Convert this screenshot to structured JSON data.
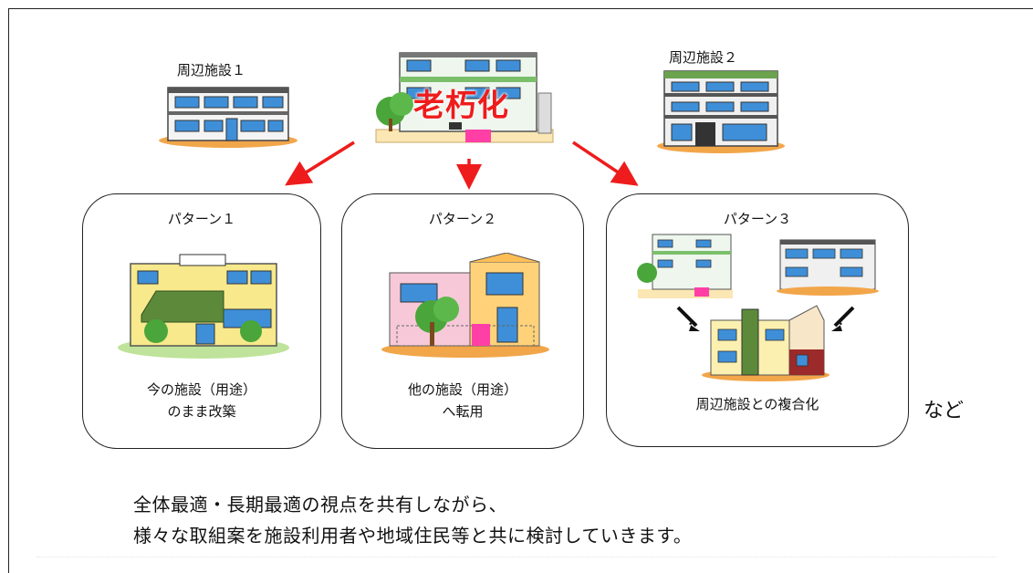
{
  "top": {
    "old_building_label": "老朽化",
    "facility1_label": "周辺施設１",
    "facility2_label": "周辺施設２"
  },
  "patterns": [
    {
      "title": "パターン１",
      "caption_lines": [
        "今の施設（用途）",
        "のまま改築"
      ]
    },
    {
      "title": "パターン２",
      "caption_lines": [
        "他の施設（用途）",
        "へ転用"
      ]
    },
    {
      "title": "パターン３",
      "caption_lines": [
        "周辺施設との複合化"
      ]
    }
  ],
  "etc_label": "など",
  "summary_lines": [
    "全体最適・長期最適の視点を共有しながら、",
    "様々な取組案を施設利用者や地域住民等と共に検討していきます。"
  ],
  "colors": {
    "arrow_red": "#ee1c1c",
    "arrow_black": "#111111",
    "window_blue": "#3f8fd8"
  }
}
